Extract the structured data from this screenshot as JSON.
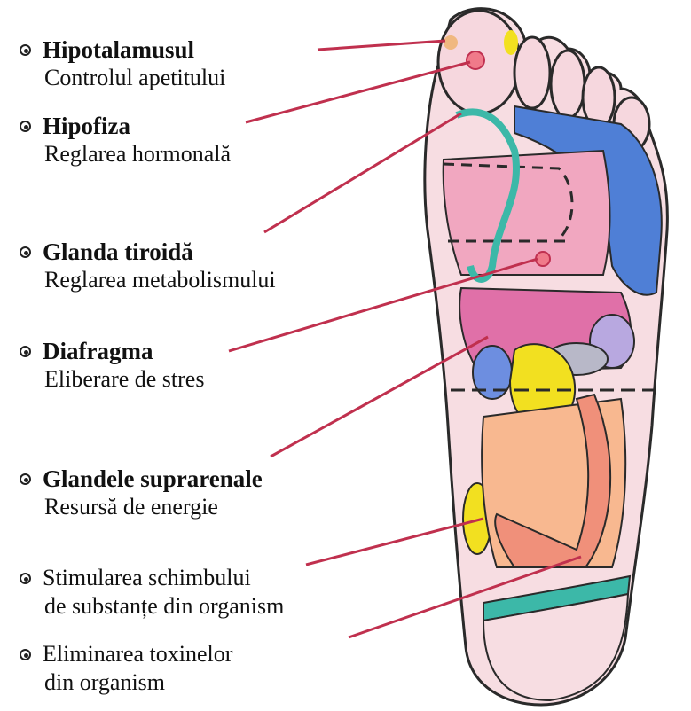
{
  "items": [
    {
      "title": "Hipotalamusul",
      "desc": "Controlul apetitului"
    },
    {
      "title": "Hipofiza",
      "desc": "Reglarea hormonală"
    },
    {
      "title": "Glanda tiroidă",
      "desc": "Reglarea metabolismului"
    },
    {
      "title": "Diafragma",
      "desc": "Eliberare de stres"
    },
    {
      "title": "Glandele suprarenale",
      "desc": "Resursă de energie"
    }
  ],
  "plain_items": [
    {
      "line1": "Stimularea schimbului",
      "line2": "de substanțe din organism"
    },
    {
      "line1": "Eliminarea toxinelor",
      "line2": "din organism"
    }
  ],
  "colors": {
    "pointer": "#c0304e",
    "outline": "#2a2a2a",
    "skin": "#f7dde2",
    "pink": "#f1a7c0",
    "magenta": "#e070a8",
    "teal": "#3cb8a8",
    "blue": "#4f7fd6",
    "yellow": "#f2e020",
    "peach": "#f8b890",
    "orange": "#f0907a",
    "lavender": "#b8a8e0",
    "grey": "#b8b8c8"
  }
}
